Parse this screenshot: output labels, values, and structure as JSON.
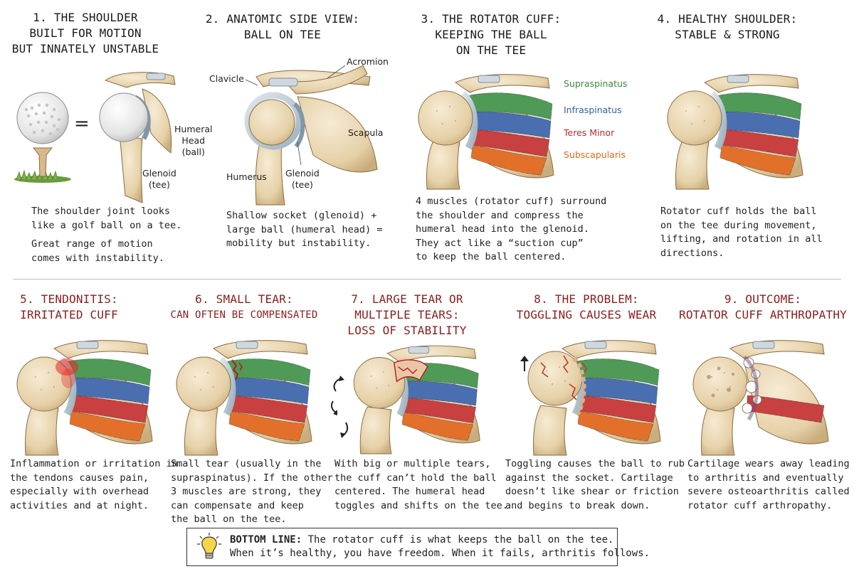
{
  "panels": [
    {
      "title": [
        "1. THE SHOULDER",
        "BUILT FOR MOTION",
        "BUT INNATELY UNSTABLE"
      ],
      "labels": {
        "equals": "=",
        "humeral_head": [
          "Humeral",
          "Head",
          "(ball)"
        ],
        "glenoid": [
          "Glenoid",
          "(tee)"
        ]
      },
      "desc": [
        "The shoulder joint looks",
        "like a golf ball on a tee."
      ],
      "desc2": [
        "Great range of motion",
        "comes with instability."
      ]
    },
    {
      "title": [
        "2. ANATOMIC SIDE VIEW:",
        "BALL ON TEE"
      ],
      "labels": {
        "clavicle": "Clavicle",
        "acromion": "Acromion",
        "scapula": "Scapula",
        "humerus": "Humerus",
        "glenoid": [
          "Glenoid",
          "(tee)"
        ]
      },
      "desc": [
        "Shallow socket (glenoid) +",
        "large ball (humeral head) =",
        "mobility but instability."
      ]
    },
    {
      "title": [
        "3. THE ROTATOR CUFF:",
        "KEEPING THE BALL",
        "ON THE TEE"
      ],
      "muscles": [
        {
          "name": "Supraspinatus",
          "color": "#3a8a3a"
        },
        {
          "name": "Infraspinatus",
          "color": "#2f5ea8"
        },
        {
          "name": "Teres Minor",
          "color": "#c0282b"
        },
        {
          "name": "Subscapularis",
          "color": "#e06a1a"
        }
      ],
      "desc": [
        "4 muscles (rotator cuff) surround",
        "the shoulder and compress the",
        "humeral head into the glenoid.",
        "They act like a “suction cup”",
        "to keep the ball centered."
      ]
    },
    {
      "title": [
        "4. HEALTHY SHOULDER:",
        "STABLE & STRONG"
      ],
      "desc": [
        "Rotator cuff holds the ball",
        "on the tee during movement,",
        "lifting, and rotation in all",
        "directions."
      ]
    },
    {
      "title": [
        "5. TENDONITIS:",
        "IRRITATED CUFF"
      ],
      "desc": [
        "Inflammation or irritation in",
        "the tendons causes pain,",
        "especially with overhead",
        "activities and at night."
      ]
    },
    {
      "title": [
        "6. SMALL TEAR:",
        "CAN OFTEN BE COMPENSATED"
      ],
      "desc": [
        "Small tear (usually in the",
        "supraspinatus). If the other",
        "3 muscles are strong, they",
        "can compensate and keep",
        "the ball on the tee."
      ]
    },
    {
      "title": [
        "7. LARGE TEAR OR",
        "MULTIPLE TEARS:",
        "LOSS OF STABILITY"
      ],
      "desc": [
        "With big or multiple tears,",
        "the cuff can’t hold the ball",
        "centered. The humeral head",
        "toggles and shifts on the tee."
      ]
    },
    {
      "title": [
        "8. THE PROBLEM:",
        "TOGGLING CAUSES WEAR"
      ],
      "desc": [
        "Toggling causes the ball to rub",
        "against the socket. Cartilage",
        "doesn’t like shear or friction",
        "and begins to break down."
      ]
    },
    {
      "title": [
        "9. OUTCOME:",
        "ROTATOR CUFF ARTHROPATHY"
      ],
      "desc": [
        "Cartilage wears away leading",
        "to arthritis and eventually",
        "severe osteoarthritis called",
        "rotator cuff arthropathy."
      ]
    }
  ],
  "bottom_line": {
    "label": "BOTTOM LINE:",
    "text1": " The rotator cuff is what keeps the ball on the tee.",
    "text2": "When it’s healthy, you have freedom. When it fails, arthritis follows.",
    "icon": "lightbulb-icon"
  },
  "colors": {
    "supraspinatus": "#4f9a57",
    "infraspinatus": "#4a6fb0",
    "teres_minor": "#c8403f",
    "subscapularis": "#e2702a",
    "bone": "#ecdcbc",
    "cartilage": "#c7d3da",
    "title_red": "#8e1c1c"
  }
}
